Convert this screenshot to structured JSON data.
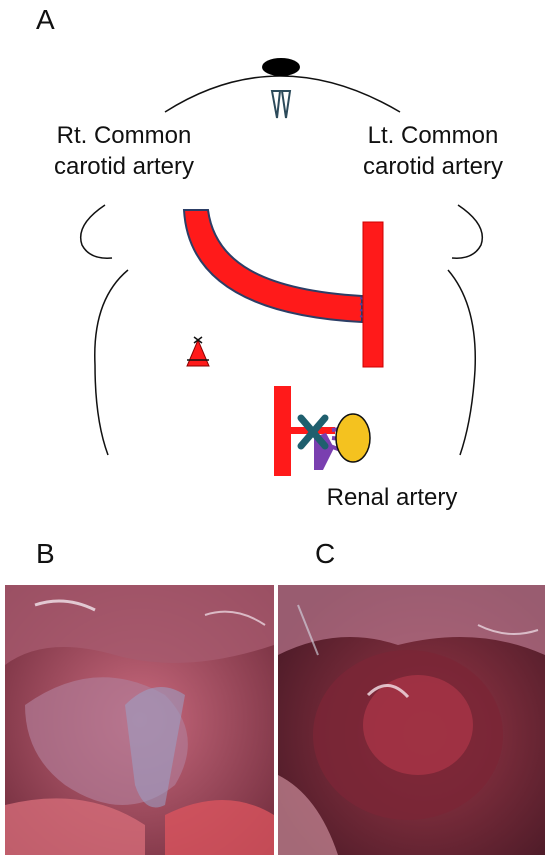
{
  "panels": {
    "a": "A",
    "b": "B",
    "c": "C"
  },
  "labels": {
    "rt_line1": "Rt. Common",
    "rt_line2": "carotid artery",
    "lt_line1": "Lt. Common",
    "lt_line2": "carotid artery",
    "renal": "Renal artery"
  },
  "colors": {
    "vessel_red": "#ff1a1a",
    "ligation_blue": "#1f5f6e",
    "kidney_yellow": "#f4c21f",
    "vein_purple": "#7a3fb0",
    "outline": "#111111"
  },
  "icons": {
    "nose": "nose-icon",
    "incisors": "incisor-teeth-icon",
    "ligature_cross": "ligation-cross-icon",
    "kidney": "kidney-icon",
    "bottle": "reservoir-icon"
  }
}
